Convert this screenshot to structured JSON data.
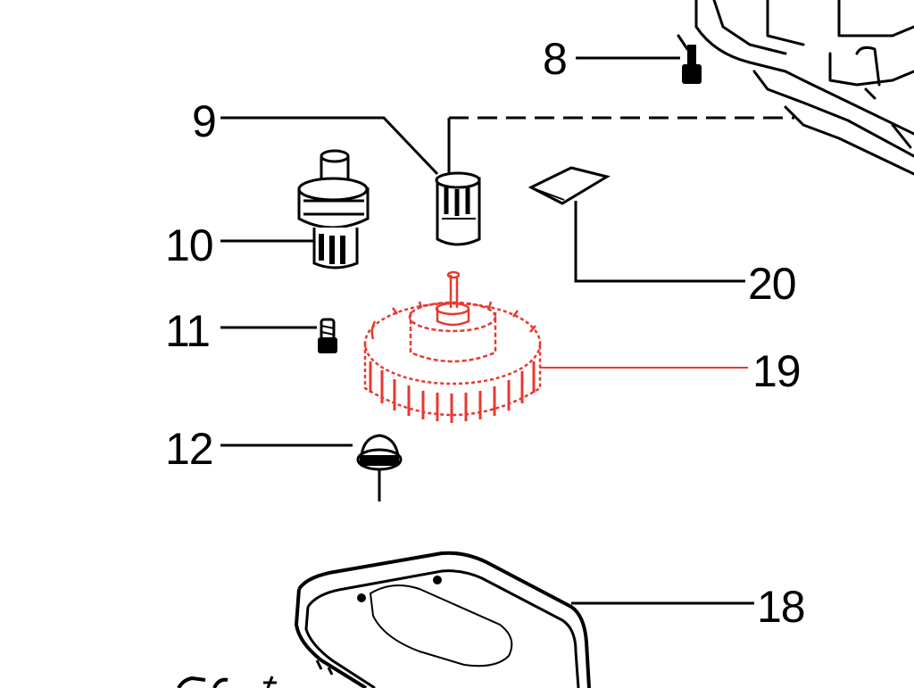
{
  "colors": {
    "line": "#000000",
    "highlight": "#e8392f",
    "background": "#ffffff"
  },
  "callouts": [
    {
      "id": "8",
      "label": "8"
    },
    {
      "id": "9",
      "label": "9"
    },
    {
      "id": "10",
      "label": "10"
    },
    {
      "id": "11",
      "label": "11"
    },
    {
      "id": "12",
      "label": "12"
    },
    {
      "id": "18",
      "label": "18"
    },
    {
      "id": "19",
      "label": "19",
      "highlighted": true
    },
    {
      "id": "20",
      "label": "20"
    }
  ]
}
